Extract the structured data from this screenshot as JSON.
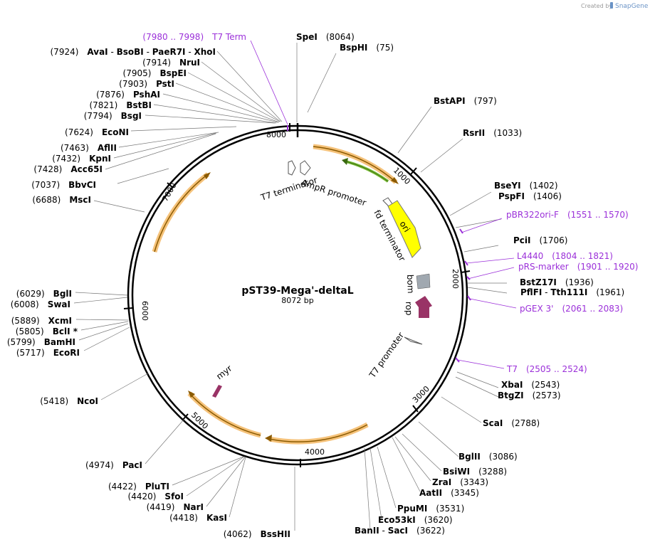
{
  "credit": {
    "prefix": "Created by",
    "brand": "SnapGene"
  },
  "map": {
    "name": "pST39-Mega'-deltaL",
    "size": "8072 bp"
  },
  "ticks": [
    "1000",
    "2000",
    "3000",
    "4000",
    "5000",
    "6000",
    "7000",
    "8000"
  ],
  "sites": [
    {
      "name": "SpeI",
      "pos": "(8064)"
    },
    {
      "name": "BspHI",
      "pos": "(75)"
    },
    {
      "name": "BstAPI",
      "pos": "(797)"
    },
    {
      "name": "RsrII",
      "pos": "(1033)"
    },
    {
      "name": "BseYI",
      "pos": "(1402)"
    },
    {
      "name": "PspFI",
      "pos": "(1406)"
    },
    {
      "name": "PciI",
      "pos": "(1706)"
    },
    {
      "name": "BstZ17I",
      "pos": "(1936)"
    },
    {
      "name": "PflFI",
      "name2": "Tth111I",
      "pos": "(1961)"
    },
    {
      "name": "XbaI",
      "pos": "(2543)"
    },
    {
      "name": "BtgZI",
      "pos": "(2573)"
    },
    {
      "name": "ScaI",
      "pos": "(2788)"
    },
    {
      "name": "BglII",
      "pos": "(3086)"
    },
    {
      "name": "BsiWI",
      "pos": "(3288)"
    },
    {
      "name": "ZraI",
      "pos": "(3343)"
    },
    {
      "name": "AatII",
      "pos": "(3345)"
    },
    {
      "name": "PpuMI",
      "pos": "(3531)"
    },
    {
      "name": "Eco53kI",
      "pos": "(3620)"
    },
    {
      "name": "BanII",
      "name2": "SacI",
      "pos": "(3622)"
    },
    {
      "name": "BssHII",
      "pos": "(4062)"
    },
    {
      "name": "KasI",
      "pos": "(4418)"
    },
    {
      "name": "NarI",
      "pos": "(4419)"
    },
    {
      "name": "SfoI",
      "pos": "(4420)"
    },
    {
      "name": "PluTI",
      "pos": "(4422)"
    },
    {
      "name": "PacI",
      "pos": "(4974)"
    },
    {
      "name": "NcoI",
      "pos": "(5418)"
    },
    {
      "name": "EcoRI",
      "pos": "(5717)"
    },
    {
      "name": "BamHI",
      "pos": "(5799)"
    },
    {
      "name": "BclI *",
      "pos": "(5805)"
    },
    {
      "name": "XcmI",
      "pos": "(5889)"
    },
    {
      "name": "SwaI",
      "pos": "(6008)"
    },
    {
      "name": "BglI",
      "pos": "(6029)"
    },
    {
      "name": "MscI",
      "pos": "(6688)"
    },
    {
      "name": "BbvCI",
      "pos": "(7037)"
    },
    {
      "name": "Acc65I",
      "pos": "(7428)"
    },
    {
      "name": "KpnI",
      "pos": "(7432)"
    },
    {
      "name": "AflII",
      "pos": "(7463)"
    },
    {
      "name": "EcoNI",
      "pos": "(7624)"
    },
    {
      "name": "BsgI",
      "pos": "(7794)"
    },
    {
      "name": "BstBI",
      "pos": "(7821)"
    },
    {
      "name": "PshAI",
      "pos": "(7876)"
    },
    {
      "name": "PstI",
      "pos": "(7903)"
    },
    {
      "name": "BspEI",
      "pos": "(7905)"
    },
    {
      "name": "NruI",
      "pos": "(7914)"
    },
    {
      "name": "AvaI",
      "name2": "BsoBI",
      "name3": "PaeR7I",
      "name4": "XhoI",
      "pos": "(7924)"
    }
  ],
  "primers": [
    {
      "name": "T7 Term",
      "pos": "(7980 .. 7998)"
    },
    {
      "name": "pBR322ori-F",
      "pos": "(1551 .. 1570)"
    },
    {
      "name": "L4440",
      "pos": "(1804 .. 1821)"
    },
    {
      "name": "pRS-marker",
      "pos": "(1901 .. 1920)"
    },
    {
      "name": "pGEX 3'",
      "pos": "(2061 .. 2083)"
    },
    {
      "name": "T7",
      "pos": "(2505 .. 2524)"
    }
  ],
  "features": {
    "ampr_promoter": "AmpR promoter",
    "t7_terminator": "T7 terminator",
    "fd_terminator": "fd terminator",
    "ori": "ori",
    "bom": "bom",
    "rop": "rop",
    "t7_promoter": "T7 promoter",
    "myr": "myr"
  },
  "colors": {
    "primer": "#9b30d9",
    "ori": "#ffff00",
    "bom": "#a0a8b0",
    "rop": "#993366",
    "ampr_promoter": "#77bb33",
    "orf_fill": "#f5c27a",
    "orf_stroke": "#8a5a00"
  }
}
